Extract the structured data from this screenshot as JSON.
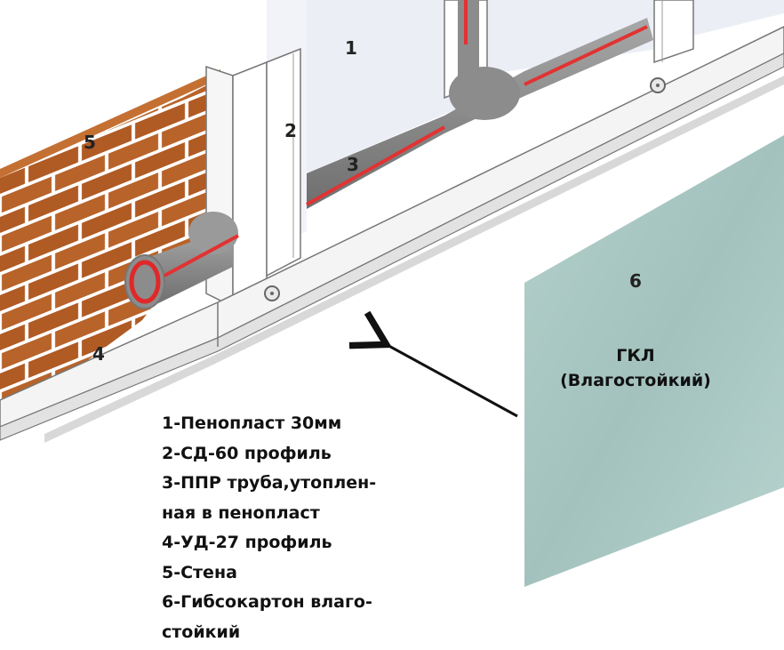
{
  "callouts": {
    "c1": "1",
    "c2": "2",
    "c3": "3",
    "c4": "4",
    "c5": "5",
    "c6": "6"
  },
  "panel_label": {
    "line1": "ГКЛ",
    "line2": "(Влагостойкий)"
  },
  "legend": [
    "1-Пенопласт 30мм",
    "2-СД-60 профиль",
    "3-ППР труба,утоплен-",
    "ная в пенопласт",
    "4-УД-27 профиль",
    "5-Стена",
    "6-Гибсокартон влаго-",
    "стойкий"
  ],
  "colors": {
    "brick": "#b8632a",
    "mortar": "#ffffff",
    "foam": "#eef0f6",
    "pipe": "#8c8c8c",
    "pipe_stripe": "#e23232",
    "profile": "#f4f4f4",
    "drywall": "#a9c7c2",
    "arrow": "#111111"
  }
}
